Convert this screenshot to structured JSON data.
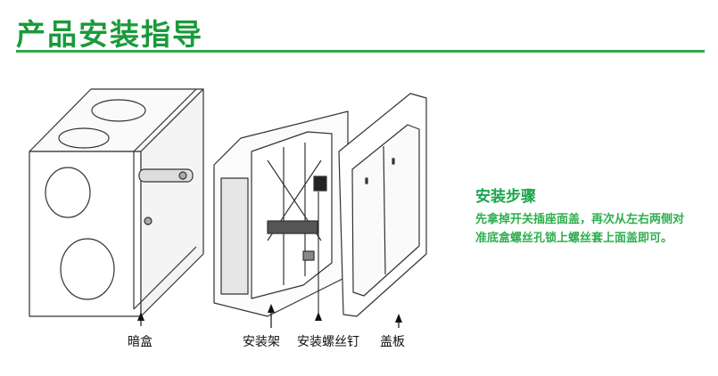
{
  "header": {
    "title": "产品安装指导"
  },
  "steps": {
    "title": "安装步骤",
    "body": "先拿掉开关插座面盖，再次从左右两侧对准底盒螺丝孔锁上螺丝套上面盖即可。"
  },
  "labels": {
    "box": "暗盒",
    "frame": "安装架",
    "screw": "安装螺丝钉",
    "cover": "盖板"
  },
  "colors": {
    "accent": "#1a9a3a",
    "rule": "#2fa84c",
    "text_green": "#2fae4f"
  }
}
